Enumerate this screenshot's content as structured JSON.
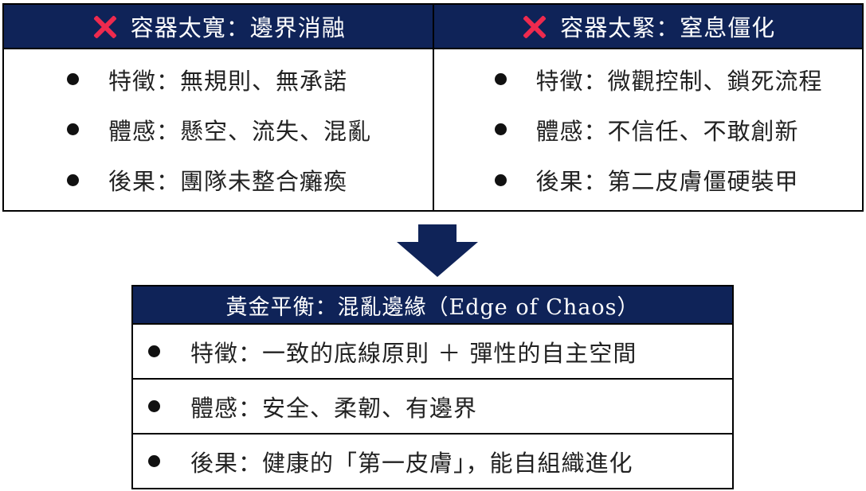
{
  "left_column": {
    "header": "容器太寬：邊界消融",
    "icon": "cross-icon",
    "items": [
      "特徵：無規則、無承諾",
      "體感：懸空、流失、混亂",
      "後果：團隊未整合癱瘓"
    ]
  },
  "right_column": {
    "header": "容器太緊：窒息僵化",
    "icon": "cross-icon",
    "items": [
      "特徵：微觀控制、鎖死流程",
      "體感：不信任、不敢創新",
      "後果：第二皮膚僵硬裝甲"
    ]
  },
  "arrow": {
    "icon": "down-arrow-icon",
    "color": "#0f2358"
  },
  "balance": {
    "header": "黃金平衡：混亂邊緣（Edge of Chaos）",
    "items": [
      "特徵：一致的底線原則 ＋ 彈性的自主空間",
      "體感：安全、柔韌、有邊界",
      "後果：健康的「第一皮膚」，能自組織進化"
    ]
  },
  "colors": {
    "header_bg": "#0f2358",
    "cross": "#ee2a4e",
    "text": "#222222"
  }
}
